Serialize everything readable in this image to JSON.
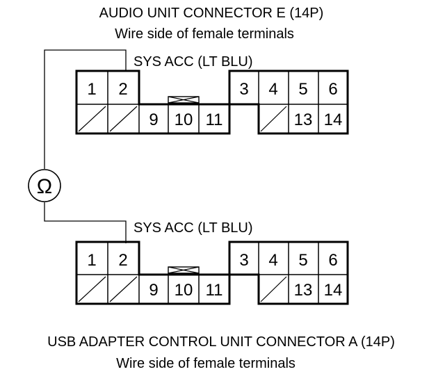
{
  "top_connector": {
    "title": "AUDIO UNIT CONNECTOR E (14P)",
    "subtitle": "Wire side of female terminals",
    "wire_label": "SYS ACC (LT BLU)",
    "pins": {
      "p1": "1",
      "p2": "2",
      "p3": "3",
      "p4": "4",
      "p5": "5",
      "p6": "6",
      "p9": "9",
      "p10": "10",
      "p11": "11",
      "p13": "13",
      "p14": "14"
    }
  },
  "bottom_connector": {
    "title": "USB ADAPTER CONTROL UNIT CONNECTOR A (14P)",
    "subtitle": "Wire side of female terminals",
    "wire_label": "SYS ACC (LT BLU)",
    "pins": {
      "p1": "1",
      "p2": "2",
      "p3": "3",
      "p4": "4",
      "p5": "5",
      "p6": "6",
      "p9": "9",
      "p10": "10",
      "p11": "11",
      "p13": "13",
      "p14": "14"
    }
  },
  "meter": {
    "symbol": "Ω",
    "icon": "ohmmeter-icon"
  }
}
